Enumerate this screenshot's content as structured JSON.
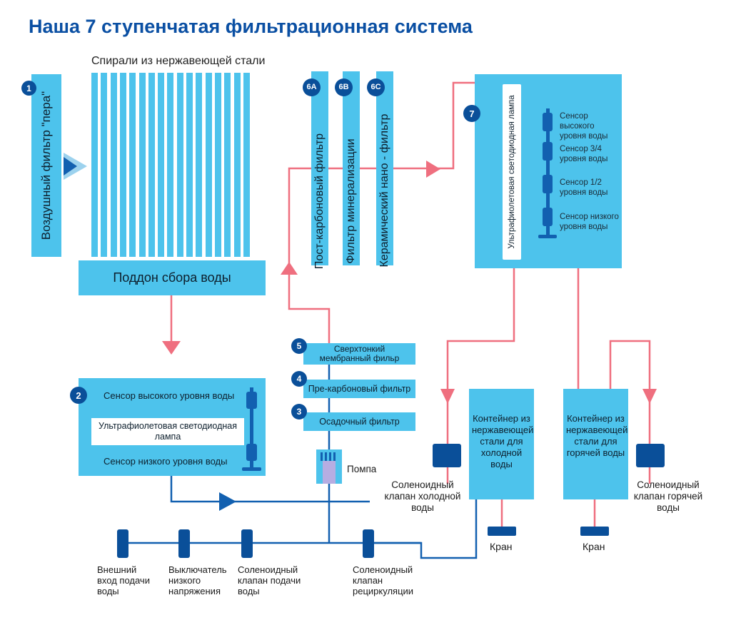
{
  "title": "Наша 7 ступенчатая фильтрационная система",
  "stainless_coils_label": "Спирали из нержавеющей стали",
  "tray_label": "Поддон сбора воды",
  "stage1": {
    "number": "1",
    "label": "Воздушный фильтр \"пера\""
  },
  "stage6": [
    {
      "number": "6A",
      "label": "Пост-карбоновый фильтр"
    },
    {
      "number": "6B",
      "label": "Фильтр минерализации"
    },
    {
      "number": "6C",
      "label": "Керамический нано - фильтр"
    }
  ],
  "stage7": {
    "number": "7",
    "lamp_label": "Ультрафиолетовая светодиодная лампа",
    "sensors": [
      "Сенсор высокого уровня воды",
      "Сенсор 3/4 уровня воды",
      "Сенсор 1/2 уровня воды",
      "Сенсор низкого уровня воды"
    ]
  },
  "stage2": {
    "number": "2",
    "high_sensor": "Сенсор высокого уровня воды",
    "lamp": "Ультрафиолетовая светодиодная лампа",
    "low_sensor": "Сенсор низкого уровня воды"
  },
  "stage5": {
    "number": "5",
    "label": "Сверхтонкий мембранный фильр"
  },
  "stage4": {
    "number": "4",
    "label": "Пре-карбоновый фильтр"
  },
  "stage3": {
    "number": "3",
    "label": "Осадочный фильтр"
  },
  "pump_label": "Помпа",
  "cold_container": "Контейнер из нержавеющей стали для холодной воды",
  "hot_container": "Контейнер из нержавеющей стали для горячей воды",
  "cold_valve": "Соленоидный клапан холодной воды",
  "hot_valve": "Соленоидный клапан горячей воды",
  "tap": "Кран",
  "bottom_labels": {
    "external_inlet": "Внешний вход подачи воды",
    "low_voltage_switch": "Выключатель низкого напряжения",
    "supply_valve": "Соленоидный клапан подачи воды",
    "recirculation_valve": "Соленоидный клапан рециркуляции"
  },
  "colors": {
    "box": "#4dc3ec",
    "badge": "#0a4f99",
    "pipe_red": "#ef6f7f",
    "pipe_blue": "#1260b0",
    "title": "#0a4fa3"
  }
}
